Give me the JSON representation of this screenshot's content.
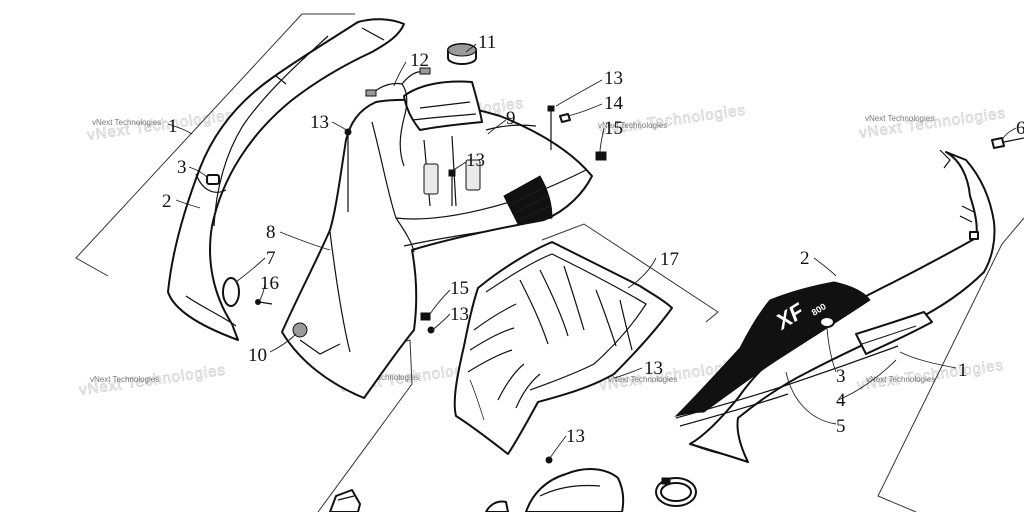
{
  "callouts": {
    "c1_left": "1",
    "c2_left": "2",
    "c3_left": "3",
    "c7": "7",
    "c16": "16",
    "c10": "10",
    "c8": "8",
    "c11": "11",
    "c12": "12",
    "c13_a": "13",
    "c13_b": "13",
    "c13_c": "13",
    "c13_d": "13",
    "c13_e": "13",
    "c13_f": "13",
    "c9": "9",
    "c14": "14",
    "c15_a": "15",
    "c15_b": "15",
    "c17": "17",
    "c6": "6",
    "c2_right": "2",
    "c1_right": "1",
    "c3_right": "3",
    "c4": "4",
    "c5": "5"
  },
  "watermark": {
    "text": "vNext Technologies"
  },
  "decal": {
    "brand": "XF",
    "model": "800"
  },
  "colors": {
    "line": "#111111",
    "decal_fill": "#111111",
    "watermark": "#777777",
    "background": "#ffffff"
  }
}
